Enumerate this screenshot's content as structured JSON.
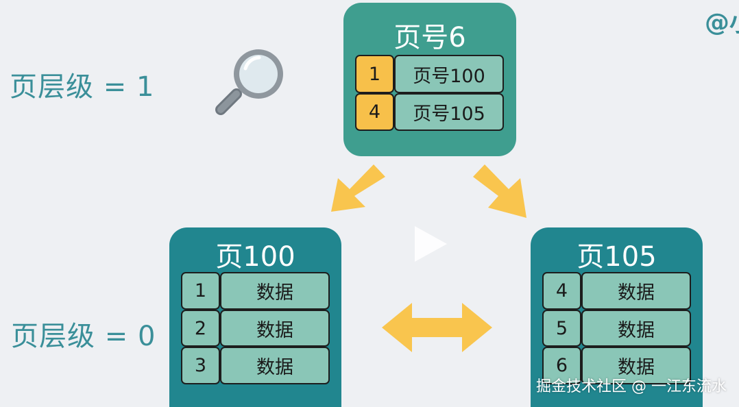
{
  "levels": {
    "level1": "页层级 = 1",
    "level0": "页层级 = 0"
  },
  "root_page": {
    "title": "页号6",
    "rows": [
      {
        "key": "1",
        "value": "页号100"
      },
      {
        "key": "4",
        "value": "页号105"
      }
    ]
  },
  "left_leaf": {
    "title": "页100",
    "rows": [
      {
        "key": "1",
        "value": "数据"
      },
      {
        "key": "2",
        "value": "数据"
      },
      {
        "key": "3",
        "value": "数据"
      }
    ]
  },
  "right_leaf": {
    "title": "页105",
    "rows": [
      {
        "key": "4",
        "value": "数据"
      },
      {
        "key": "5",
        "value": "数据"
      },
      {
        "key": "6",
        "value": "数据"
      }
    ]
  },
  "watermark": "掘金技术社区 @ 一江东流水",
  "corner_mark": "@小",
  "colors": {
    "root_card": "#3f9e8f",
    "leaf_card": "#21868f",
    "key_highlight": "#f7c04a",
    "cell_green": "#8ac6b7",
    "arrow": "#f9c54e",
    "label_text": "#3a8f99"
  },
  "icons": [
    "magnifier-icon",
    "play-icon",
    "arrow-down-left-icon",
    "arrow-down-right-icon",
    "double-arrow-icon"
  ]
}
